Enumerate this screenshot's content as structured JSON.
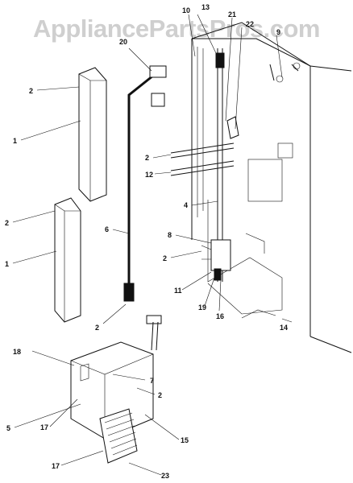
{
  "watermark": "AppliancePartsPros.com",
  "callouts": {
    "c_13": "13",
    "c_10": "10",
    "c_21": "21",
    "c_22": "22",
    "c_9": "9",
    "c_20": "20",
    "c_2_top": "2",
    "c_1_top": "1",
    "c_2_mid": "2",
    "c_12": "12",
    "c_2_left": "2",
    "c_4": "4",
    "c_6": "6",
    "c_8": "8",
    "c_1_low": "1",
    "c_2_center": "2",
    "c_11": "11",
    "c_19": "19",
    "c_16_right": "16",
    "c_14": "14",
    "c_2_bottom": "2",
    "c_18": "18",
    "c_7": "7",
    "c_2_base": "2",
    "c_5": "5",
    "c_17_upper": "17",
    "c_15": "15",
    "c_17_lower": "17",
    "c_23": "23"
  }
}
